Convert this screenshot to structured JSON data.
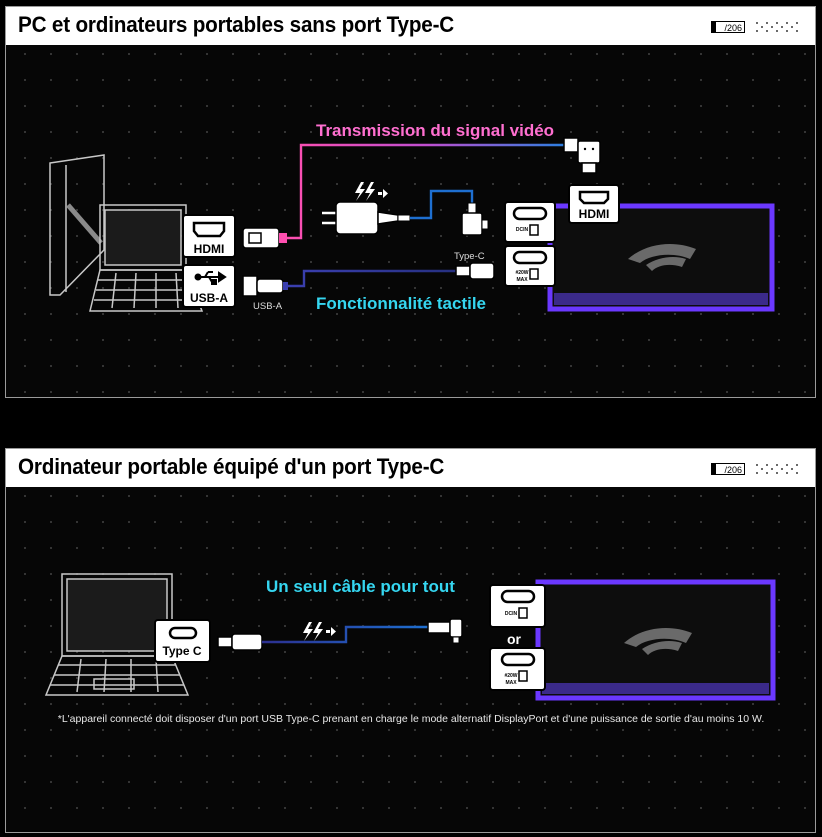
{
  "section1": {
    "title": "PC et ordinateurs portables sans port Type-C",
    "page_label": "/206",
    "video_signal_label": "Transmission du signal vidéo",
    "touch_label": "Fonctionnalité tactile",
    "hdmi_port_label": "HDMI",
    "usba_port_label": "USB-A",
    "usba_cable_label": "USB-A",
    "typec_cable_label": "Type-C",
    "monitor_hdmi_label": "HDMI",
    "dcin_label": "DCIN",
    "max_label_1": "#20W",
    "max_label_2": "MAX",
    "usb_symbol": "⭍"
  },
  "section2": {
    "title": "Ordinateur portable équipé d'un port Type-C",
    "page_label": "/206",
    "single_cable_label": "Un seul câble pour tout",
    "typec_port_label": "Type C",
    "or_label": "or",
    "dcin_label": "DCIN",
    "max_label_1": "#20W",
    "max_label_2": "MAX",
    "footnote": "*L'appareil connecté doit disposer d'un port USB Type-C prenant en charge le mode alternatif DisplayPort et d'une puissance de sortie d'au moins 10 W."
  },
  "colors": {
    "pink": "#ff6fd0",
    "cyan": "#35d6f0",
    "blue_cable": "#1e6fd0",
    "monitor_purple": "#6b38ff",
    "dark_navy": "#26307a"
  }
}
